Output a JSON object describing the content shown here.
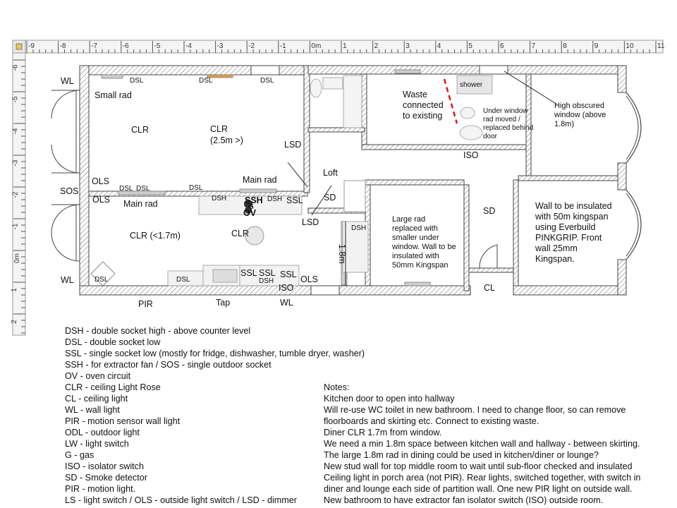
{
  "ruler": {
    "top": [
      "-9",
      "-8",
      "-7",
      "-6",
      "-5",
      "-4",
      "-3",
      "-2",
      "-1",
      "0m",
      "1",
      "2",
      "3",
      "4",
      "5",
      "6",
      "7",
      "8",
      "9",
      "10",
      "11"
    ],
    "left": [
      "-6",
      "-5",
      "-4",
      "-3",
      "-2",
      "-1",
      "0m",
      "1",
      "2"
    ]
  },
  "labels": {
    "wl_top": "WL",
    "small_rad": "Small rad",
    "dsl_t1": "DSL",
    "dsl_t2": "DSL",
    "dsl_t3": "DSL",
    "clr_left": "CLR",
    "clr_mid": "CLR",
    "clr_mid_2": "(2.5m >)",
    "lsd_1": "LSD",
    "sos": "SOS",
    "ols_1": "OLS",
    "ols_2": "OLS",
    "dsl_m1": "DSL",
    "dsl_m2": "DSL",
    "dsl_m3": "DSL",
    "main_rad_1": "Main rad",
    "main_rad_2": "Main rad",
    "dsh_1": "DSH",
    "ssh": "SSH",
    "g": "G",
    "ov": "OV",
    "dsh_2": "DSH",
    "ssl_1": "SSL",
    "lsd_2": "LSD",
    "clr_diner": "CLR (<1.7m)",
    "clr_kitchen": "CLR",
    "wl_bottom": "WL",
    "dsl_b1": "DSL",
    "dsl_b2": "DSL",
    "ssl_2": "SSL",
    "ssl_3": "SSL",
    "ssl_4": "SSL",
    "dsh_3": "DSH",
    "iso_1": "ISO",
    "ols_3": "OLS",
    "pir": "PIR",
    "tap": "Tap",
    "wl_3": "WL",
    "loft": "Loft",
    "sd_1": "SD",
    "dsh_4": "DSH",
    "dim_18": "1.8m",
    "waste": "Waste connected to existing",
    "shower": "shower",
    "under_window": "Under window rad moved / replaced behind door",
    "iso_2": "ISO",
    "high_obscured": "High obscured window (above 1.8m)",
    "large_rad": "Large rad replaced with smaller under window. Wall to be insulated with 50mm Kingspan",
    "sd_2": "SD",
    "cl": "CL",
    "wall_insulated": "Wall to be insulated with 50m kingspan using Everbuild PINKGRIP. Front wall 25mm Kingspan."
  },
  "legend": [
    "DSH - double socket high - above counter level",
    "DSL - double socket low",
    "SSL - single socket low (mostly for fridge, dishwasher, tumble dryer, washer)",
    "SSH - for extractor fan  /  SOS - single outdoor socket",
    "OV - oven circuit",
    "CLR - ceiling Light Rose",
    "CL - ceiling light",
    "WL - wall light",
    "PIR - motion sensor wall light",
    "ODL - outdoor light",
    "LW - light switch",
    "G - gas",
    "ISO - isolator switch",
    "SD - Smoke detector",
    "PIR - motion light.",
    "LS - light switch / OLS - outside light switch / LSD - dimmer"
  ],
  "notes": [
    "Notes:",
    "Kitchen door to open into hallway",
    "Will re-use WC toilet in new bathroom. I need to change floor, so can remove",
    "floorboards and skirting etc. Connect to existing waste.",
    "Diner CLR 1.7m from window.",
    "We need a min 1.8m space between kitchen wall and hallway - between skirting.",
    "The large 1.8m rad in dining could be used in kitchen/diner or lounge?",
    "New stud wall for top middle room to wait until sub-floor checked and insulated",
    "Ceiling light in porch area (not PIR). Rear lights, switched together, with switch in",
    "diner and lounge each side of partition wall. One new PIR light on outside wall.",
    "New bathroom to have extractor fan isolator switch (ISO) outside room."
  ]
}
